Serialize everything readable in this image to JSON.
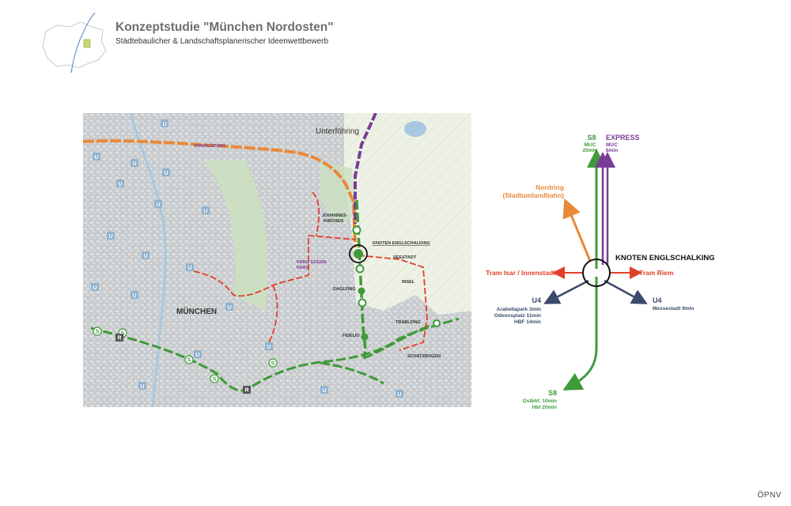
{
  "header": {
    "title": "Konzeptstudie \"München Nordosten\"",
    "subtitle": "Städtebaulicher & Landschaftsplanerischer Ideenwettbewerb"
  },
  "footer": {
    "label": "ÖPNV"
  },
  "colors": {
    "s8": "#3f9a3a",
    "express": "#7b3c96",
    "nordring": "#e8893a",
    "tram": "#e0402a",
    "u4": "#3b4a6b",
    "knoten": "#111111",
    "map_base": "#cfd2d4",
    "map_green": "#cbe0c1",
    "ubahn_badge": "#8fb2cf"
  },
  "map": {
    "labels": {
      "unterfoehring": "Unterföhring",
      "domagkpark": "DOMAGKPARK",
      "johanneskirchen_1": "JOHANNES-",
      "johanneskirchen_2": "KIRCHEN",
      "knoten": "KNOTEN ENGLSCHALKING",
      "seestadt": "SEESTADT",
      "prinz_eugen_1": "PRINZ EUGEN",
      "prinz_eugen_2": "PARK",
      "insel": "INSEL",
      "daglfing": "DAGLFING",
      "muenchen": "MÜNCHEN",
      "fidelio": "FIDELIO",
      "trabelfing": "TRABLFING",
      "schatzbogen": "SCHATZBOGEN",
      "u_badge": "U",
      "s_badge": "S",
      "r_badge": "R"
    }
  },
  "diagram": {
    "knoten_label": "KNOTEN ENGLSCHALKING",
    "s8_north": {
      "name": "S8",
      "dest": "MUC",
      "time": "20min"
    },
    "express": {
      "name": "EXPRESS",
      "dest": "MUC",
      "time": "8min"
    },
    "nordring": {
      "name": "Nordring",
      "sub": "(Stadtumlandbahn)"
    },
    "tram_west": "Tram Isar / Innenstadt",
    "tram_east": "Tram Riem",
    "u4_west": {
      "name": "U4",
      "line1": "Arabellapark 3min",
      "line2": "Odeonsplatz 11min",
      "line3": "HBF 14min"
    },
    "u4_east": {
      "name": "U4",
      "line1": "Messestadt 9min"
    },
    "s8_south": {
      "name": "S8",
      "line1": "Ostbhf. 10min",
      "line2": "Hbf 20min"
    }
  }
}
